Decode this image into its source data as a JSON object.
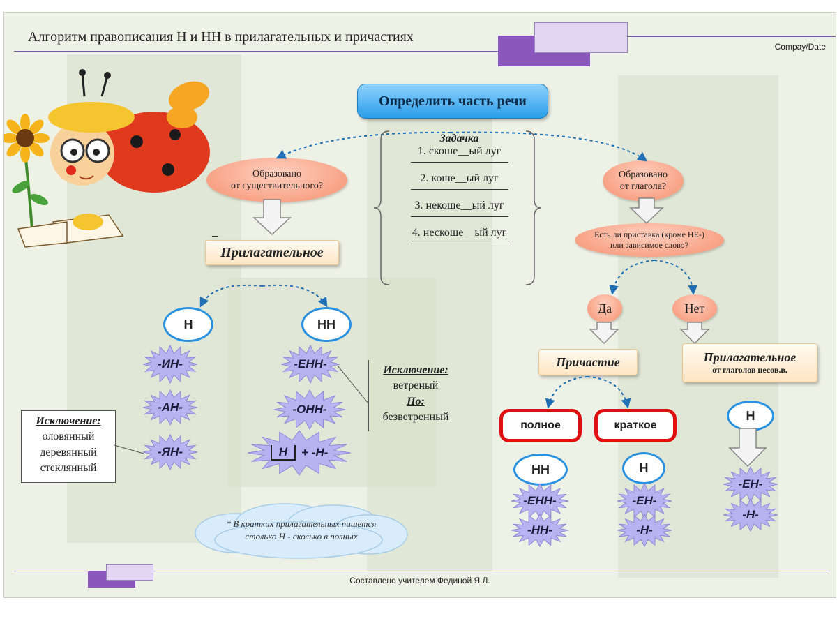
{
  "header": {
    "title": "Алгоритм правописания Н и НН в прилагательных и причастиях",
    "company": "Compay/Date"
  },
  "footer": {
    "text": "Составлено учителем Фединой Я.Л."
  },
  "start": {
    "label": "Определить часть речи"
  },
  "left": {
    "question": [
      "Образовано",
      "от существительного?"
    ],
    "result": "Прилагательное",
    "n_label": "Н",
    "nn_label": "НН",
    "n_suffixes": [
      "-ИН-",
      "-АН-",
      "-ЯН-"
    ],
    "nn_suffixes": [
      "-ЕНН-",
      "-ОНН-"
    ],
    "combo": {
      "n": "Н",
      "rest": "+ -Н-"
    },
    "exception_left": {
      "head": "Исключение:",
      "words": [
        "оловянный",
        "деревянный",
        "стеклянный"
      ]
    },
    "exception_right": {
      "head": "Исключение:",
      "word": "ветреный",
      "but": "Но:",
      "word2": "безветренный"
    },
    "dash": "_"
  },
  "task": {
    "title": "Задачка",
    "items": [
      "1. скоше__ый луг",
      "2. коше__ый луг",
      "3. некоше__ый луг",
      "4. нескоше__ый луг"
    ]
  },
  "right": {
    "question": [
      "Образовано",
      "от глагола?"
    ],
    "question2": [
      "Есть ли приставка (кроме НЕ-)",
      "или зависимое слово?"
    ],
    "yes": "Да",
    "no": "Нет",
    "participle": "Причастие",
    "adjective": "Прилагательное",
    "adjective_sub": "от глаголов несов.в.",
    "full": "полное",
    "short": "краткое",
    "full_label": "НН",
    "short_label": "Н",
    "adj_label": "Н",
    "full_suffixes": [
      "-ЕНН-",
      "-НН-"
    ],
    "short_suffixes": [
      "-ЕН-",
      "-Н-"
    ],
    "adj_suffixes": [
      "-ЕН-",
      "-Н-"
    ]
  },
  "note": {
    "lines": [
      "* В кратких прилагательных пишется",
      "столько Н - сколько в полных"
    ]
  },
  "colors": {
    "accent": "#7a5aa6",
    "accent_light": "#d8c8ec",
    "blue": "#2a90e0",
    "red": "#e01010",
    "star": "#b7b2f0"
  }
}
